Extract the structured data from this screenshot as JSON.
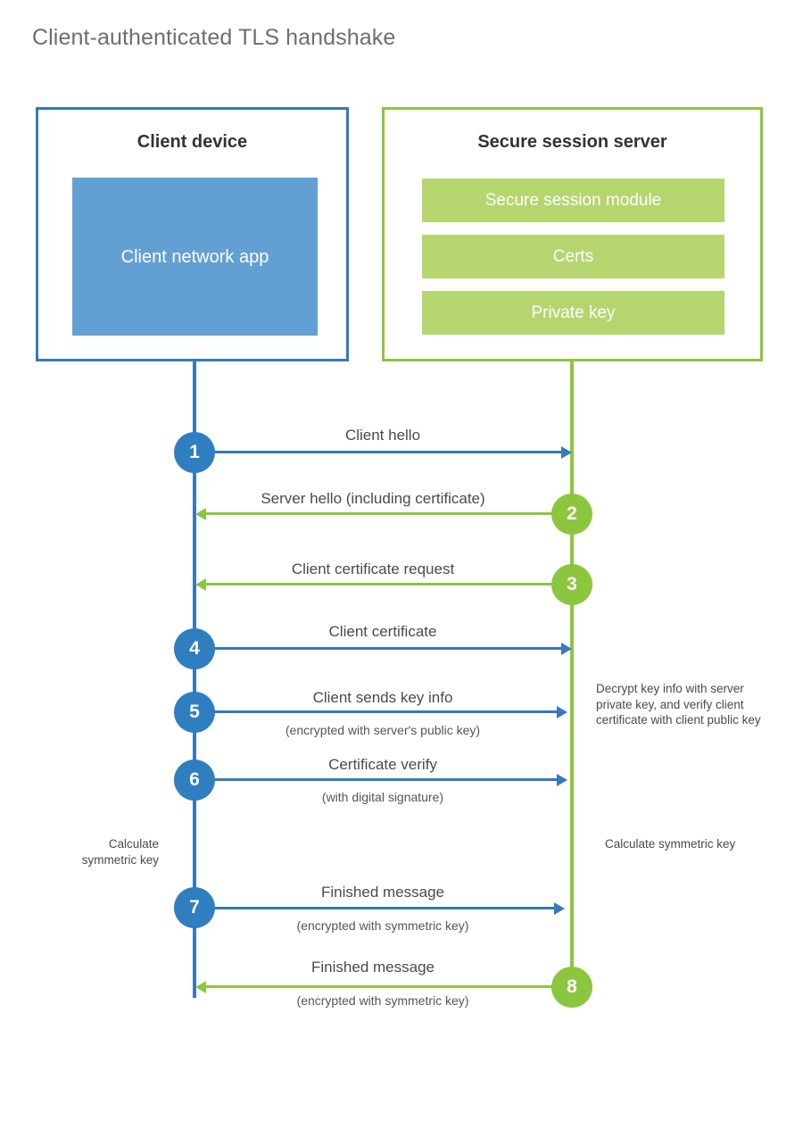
{
  "title": "Client-authenticated TLS handshake",
  "colors": {
    "client_blue": "#3778be",
    "client_badge_blue": "#2f7ec0",
    "client_app_blue": "#62a0d4",
    "server_green": "#8cc63f",
    "server_block_green": "#b5d66f",
    "title_gray": "#6d6e71",
    "label_gray": "#4a4a4a",
    "background": "#ffffff"
  },
  "actors": {
    "client": {
      "title": "Client device",
      "app_label": "Client network app"
    },
    "server": {
      "title": "Secure session server",
      "blocks": [
        {
          "label": "Secure session module"
        },
        {
          "label": "Certs"
        },
        {
          "label": "Private key"
        }
      ]
    }
  },
  "messages": [
    {
      "number": "1",
      "label": "Client hello",
      "sublabel": "",
      "direction": "client-to-server",
      "badge_side": "client"
    },
    {
      "number": "2",
      "label": "Server hello (including certificate)",
      "sublabel": "",
      "direction": "server-to-client",
      "badge_side": "server"
    },
    {
      "number": "3",
      "label": "Client certificate request",
      "sublabel": "",
      "direction": "server-to-client",
      "badge_side": "server"
    },
    {
      "number": "4",
      "label": "Client certificate",
      "sublabel": "",
      "direction": "client-to-server",
      "badge_side": "client"
    },
    {
      "number": "5",
      "label": "Client sends key info",
      "sublabel": "(encrypted with server's public key)",
      "direction": "client-to-server",
      "badge_side": "client"
    },
    {
      "number": "6",
      "label": "Certificate verify",
      "sublabel": "(with digital signature)",
      "direction": "client-to-server",
      "badge_side": "client"
    },
    {
      "number": "7",
      "label": "Finished message",
      "sublabel": "(encrypted with symmetric key)",
      "direction": "client-to-server",
      "badge_side": "client"
    },
    {
      "number": "8",
      "label": "Finished message",
      "sublabel": "(encrypted with symmetric key)",
      "direction": "server-to-client",
      "badge_side": "server"
    }
  ],
  "annotations": {
    "server_decrypt_note": "Decrypt key info with server private key, and verify client certificate with client public key",
    "client_calculate_note": "Calculate symmetric key",
    "server_calculate_note": "Calculate symmetric key"
  }
}
